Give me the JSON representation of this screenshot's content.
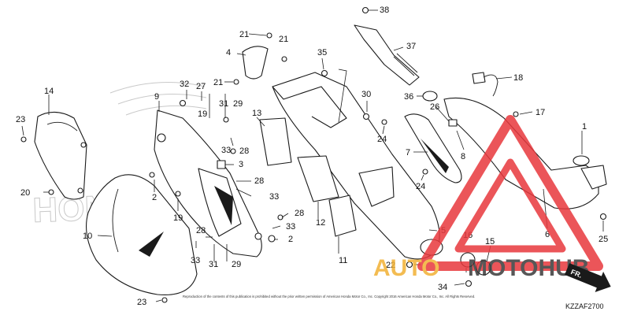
{
  "diagram_code": "KZZAF2700",
  "copyright": "Reproduction of the contents of this publication is prohibited without the prior written permission of American Honda Motor Co., Inc. Copyright 2016 American Honda Motor Co., Inc. All Rights Reserved.",
  "brand_outline": "HONDA",
  "watermark": {
    "left": "AUTO",
    "right": "MOTOHUB",
    "color": "#e8383d",
    "accent": "#f2b134"
  },
  "direction_label": "FR.",
  "parts": [
    "1",
    "2",
    "3",
    "4",
    "5",
    "6",
    "7",
    "8",
    "9",
    "10",
    "11",
    "12",
    "13",
    "14",
    "15",
    "16",
    "17",
    "18",
    "19",
    "20",
    "21",
    "22",
    "23",
    "24",
    "25",
    "26",
    "27",
    "28",
    "29",
    "30",
    "31",
    "32",
    "33",
    "34",
    "35",
    "36",
    "37",
    "38"
  ]
}
